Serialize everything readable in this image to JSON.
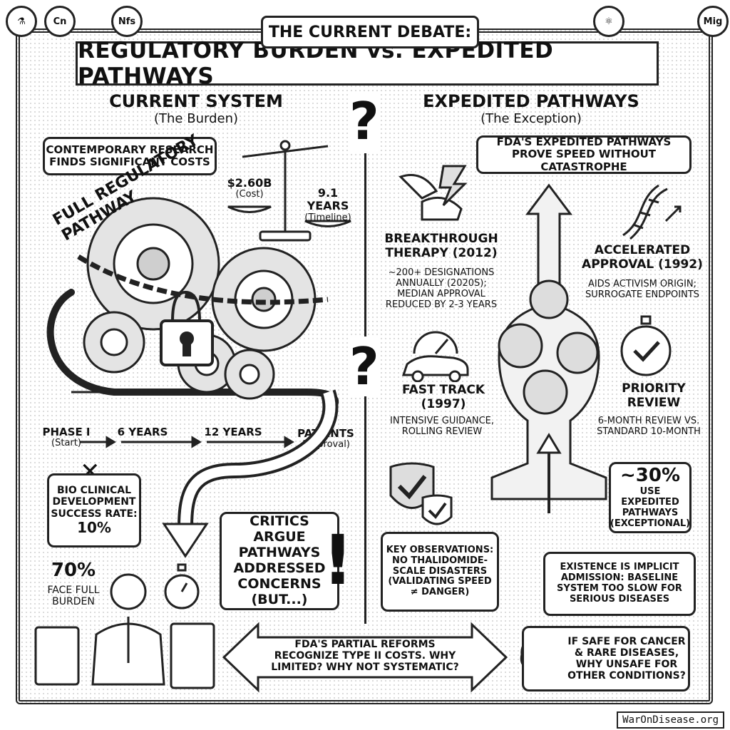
{
  "header": {
    "kicker": "THE CURRENT DEBATE:",
    "title": "REGULATORY BURDEN vs. EXPEDITED PATHWAYS"
  },
  "corner_icons": [
    "Cn",
    "Nfs",
    "Mig"
  ],
  "left": {
    "heading": "CURRENT SYSTEM",
    "subheading": "(The Burden)",
    "research_box": "CONTEMPORARY RESEARCH FINDS SIGNIFICANT COSTS",
    "scale_cost": "$2.60B",
    "scale_cost_caption": "(Cost)",
    "scale_years": "9.1 YEARS",
    "scale_years_caption": "(Timeline)",
    "pathway_label": "FULL REGULATORY PATHWAY",
    "timeline": {
      "start": "PHASE I",
      "start_caption": "(Start)",
      "mid1": "6 YEARS",
      "mid2": "12 YEARS",
      "end": "PATIENTS",
      "end_caption": "(Approval)"
    },
    "success_box": "BIO CLINICAL DEVELOPMENT SUCCESS RATE:",
    "success_value": "10%",
    "burden_value": "70%",
    "burden_caption": "FACE FULL BURDEN",
    "critics_box": "CRITICS ARGUE PATHWAYS ADDRESSED CONCERNS (BUT...)"
  },
  "right": {
    "heading": "EXPEDITED PATHWAYS",
    "subheading": "(The Exception)",
    "proof_box": "FDA's EXPEDITED PATHWAYS PROVE SPEED WITHOUT CATASTROPHE",
    "breakthrough_title": "BREAKTHROUGH THERAPY (2012)",
    "breakthrough_text": "~200+ DESIGNATIONS ANNUALLY (2020s); MEDIAN APPROVAL REDUCED BY 2-3 YEARS",
    "accelerated_title": "ACCELERATED APPROVAL (1992)",
    "accelerated_text": "AIDS ACTIVISM ORIGIN; SURROGATE ENDPOINTS",
    "fasttrack_title": "FAST TRACK (1997)",
    "fasttrack_text": "INTENSIVE GUIDANCE, ROLLING REVIEW",
    "priority_title": "PRIORITY REVIEW",
    "priority_text": "6-MONTH REVIEW vs. STANDARD 10-MONTH",
    "percent_value": "~30%",
    "percent_caption": "USE EXPEDITED PATHWAYS (EXCEPTIONAL)",
    "observations_box": "KEY OBSERVATIONS: NO THALIDOMIDE-SCALE DISASTERS (VALIDATING SPEED ≠ DANGER)",
    "admission_box": "EXISTENCE IS IMPLICIT ADMISSION: BASELINE SYSTEM TOO SLOW FOR SERIOUS DISEASES"
  },
  "bottom": {
    "reforms_box": "FDA's PARTIAL REFORMS RECOGNIZE TYPE II COSTS. WHY LIMITED? WHY NOT SYSTEMATIC?",
    "safety_box": "IF SAFE FOR CANCER & RARE DISEASES, WHY UNSAFE FOR OTHER CONDITIONS?"
  },
  "marks": {
    "question": "?",
    "exclaim": "!",
    "cross": "✕"
  },
  "watermark": "WarOnDisease.org"
}
